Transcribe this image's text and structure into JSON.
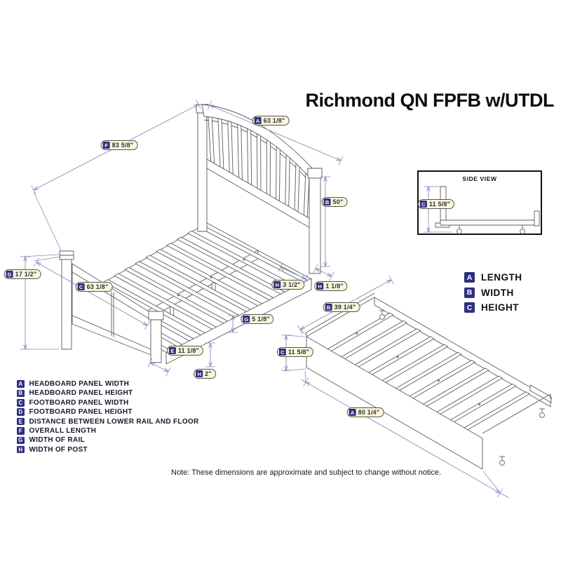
{
  "title": "Richmond QN FPFB w/UTDL",
  "note": "Note: These dimensions are approximate and subject to change without notice.",
  "side_view": {
    "title": "SIDE VIEW"
  },
  "colors": {
    "badge_navy": "#2D2F80",
    "pill_bg": "#FAF6DC",
    "dim_line": "#8A8ABC"
  },
  "dims": {
    "headboard_panel_width": {
      "letter": "A",
      "value": "63 1/8\""
    },
    "overall_length": {
      "letter": "F",
      "value": "83 5/8\""
    },
    "headboard_panel_height": {
      "letter": "B",
      "value": "50\""
    },
    "footboard_panel_height": {
      "letter": "D",
      "value": "17 1/2\""
    },
    "footboard_panel_width": {
      "letter": "C",
      "value": "63 1/8\""
    },
    "rail_width": {
      "letter": "G",
      "value": "5 1/8\""
    },
    "lower_rail_to_floor": {
      "letter": "E",
      "value": "11 1/8\""
    },
    "post_width": {
      "letter": "H",
      "value": "2\""
    },
    "post_depth": {
      "letter": "H",
      "value": "3 1/2\""
    },
    "post_front": {
      "letter": "H",
      "value": "1 1/8\""
    },
    "trundle_width": {
      "letter": "B",
      "value": "39 1/4\""
    },
    "trundle_height": {
      "letter": "C",
      "value": "11 5/8\""
    },
    "trundle_length": {
      "letter": "A",
      "value": "80 1/4\""
    },
    "side_view_height": {
      "letter": "C",
      "value": "11 5/8\""
    }
  },
  "legend_abc": [
    {
      "letter": "A",
      "label": "LENGTH"
    },
    {
      "letter": "B",
      "label": "WIDTH"
    },
    {
      "letter": "C",
      "label": "HEIGHT"
    }
  ],
  "legend_main": [
    {
      "letter": "A",
      "label": "HEADBOARD PANEL WIDTH"
    },
    {
      "letter": "B",
      "label": "HEADBOARD PANEL HEIGHT"
    },
    {
      "letter": "C",
      "label": "FOOTBOARD PANEL WIDTH"
    },
    {
      "letter": "D",
      "label": "FOOTBOARD PANEL HEIGHT"
    },
    {
      "letter": "E",
      "label": "DISTANCE BETWEEN LOWER RAIL AND FLOOR"
    },
    {
      "letter": "F",
      "label": "OVERALL LENGTH"
    },
    {
      "letter": "G",
      "label": "WIDTH OF RAIL"
    },
    {
      "letter": "H",
      "label": "WIDTH OF POST"
    }
  ]
}
